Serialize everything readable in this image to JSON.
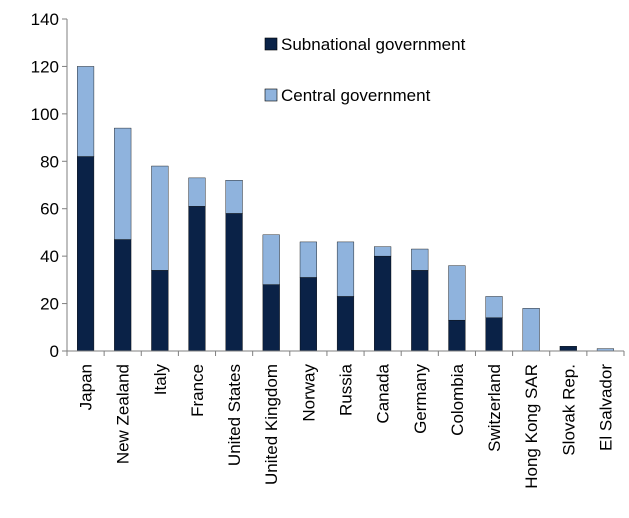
{
  "chart_data": {
    "type": "bar",
    "stacked": true,
    "categories": [
      "Japan",
      "New Zealand",
      "Italy",
      "France",
      "United States",
      "United Kingdom",
      "Norway",
      "Russia",
      "Canada",
      "Germany",
      "Colombia",
      "Switzerland",
      "Hong Kong SAR",
      "Slovak Rep.",
      "El Salvador"
    ],
    "series": [
      {
        "name": "Subnational government",
        "color": "#0a2247",
        "values": [
          82,
          47,
          34,
          61,
          58,
          28,
          31,
          23,
          40,
          34,
          13,
          14,
          0,
          2,
          0
        ]
      },
      {
        "name": "Central government",
        "color": "#8fb3dd",
        "values": [
          38,
          47,
          44,
          12,
          14,
          21,
          15,
          23,
          4,
          9,
          23,
          9,
          18,
          0,
          1
        ]
      }
    ],
    "ylim": [
      0,
      140
    ],
    "yticks": [
      0,
      20,
      40,
      60,
      80,
      100,
      120,
      140
    ],
    "legend_position": "top-right",
    "grid": false
  }
}
